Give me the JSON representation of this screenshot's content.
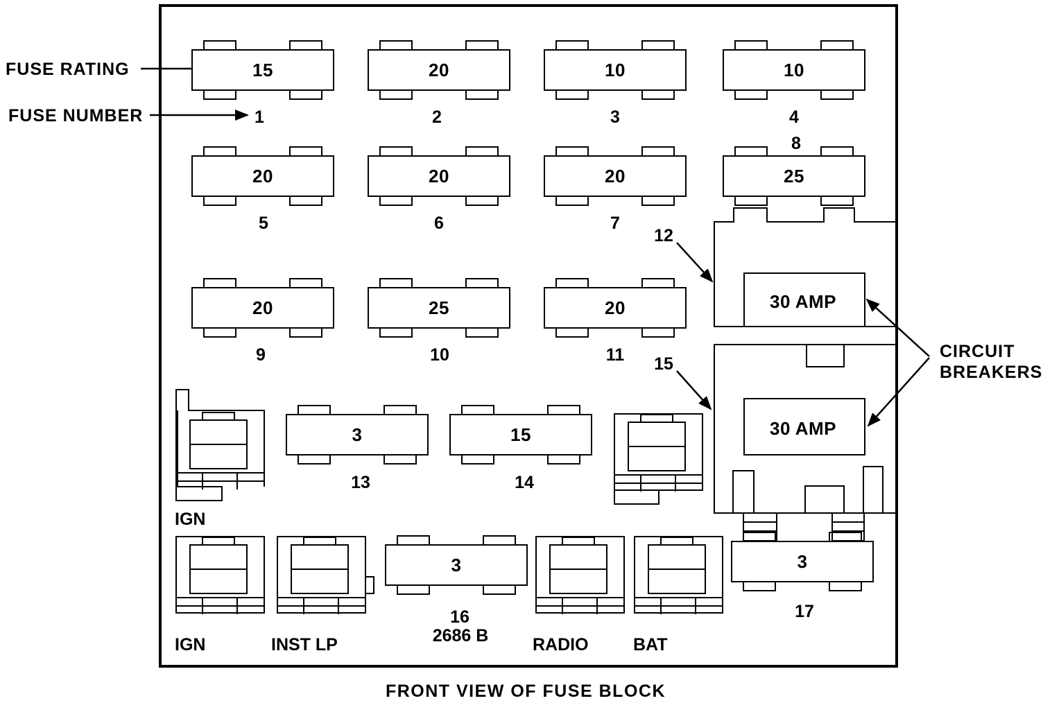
{
  "caption": "FRONT VIEW OF FUSE BLOCK",
  "legend": {
    "rating_label": "FUSE RATING",
    "number_label": "FUSE NUMBER"
  },
  "fuses": [
    {
      "number": "1",
      "rating": "15"
    },
    {
      "number": "2",
      "rating": "20"
    },
    {
      "number": "3",
      "rating": "10"
    },
    {
      "number": "4",
      "rating": "10"
    },
    {
      "number": "5",
      "rating": "20"
    },
    {
      "number": "6",
      "rating": "20"
    },
    {
      "number": "7",
      "rating": "20"
    },
    {
      "number": "8",
      "rating": "25"
    },
    {
      "number": "9",
      "rating": "20"
    },
    {
      "number": "10",
      "rating": "25"
    },
    {
      "number": "11",
      "rating": "20"
    },
    {
      "number": "13",
      "rating": "3"
    },
    {
      "number": "14",
      "rating": "15"
    },
    {
      "number": "16",
      "rating": "3"
    },
    {
      "number": "17",
      "rating": "3"
    }
  ],
  "breakers": [
    {
      "number": "12",
      "rating": "30 AMP"
    },
    {
      "number": "15",
      "rating": "30 AMP"
    }
  ],
  "breaker_label_line1": "CIRCUIT",
  "breaker_label_line2": "BREAKERS",
  "part_code": "2686 B",
  "relays": [
    {
      "label": "IGN"
    },
    {
      "label": "IGN"
    },
    {
      "label": "INST LP"
    },
    {
      "label": "RADIO"
    },
    {
      "label": "BAT"
    }
  ]
}
